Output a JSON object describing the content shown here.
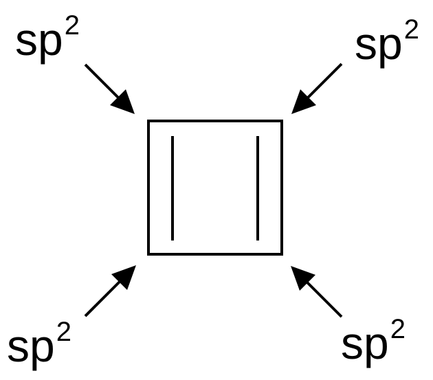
{
  "diagram": {
    "labels": {
      "top_left": {
        "base": "sp",
        "superscript": "2"
      },
      "top_right": {
        "base": "sp",
        "superscript": "2"
      },
      "bottom_left": {
        "base": "sp",
        "superscript": "2"
      },
      "bottom_right": {
        "base": "sp",
        "superscript": "2"
      }
    },
    "colors": {
      "stroke": "#000000",
      "background": "#ffffff"
    }
  }
}
